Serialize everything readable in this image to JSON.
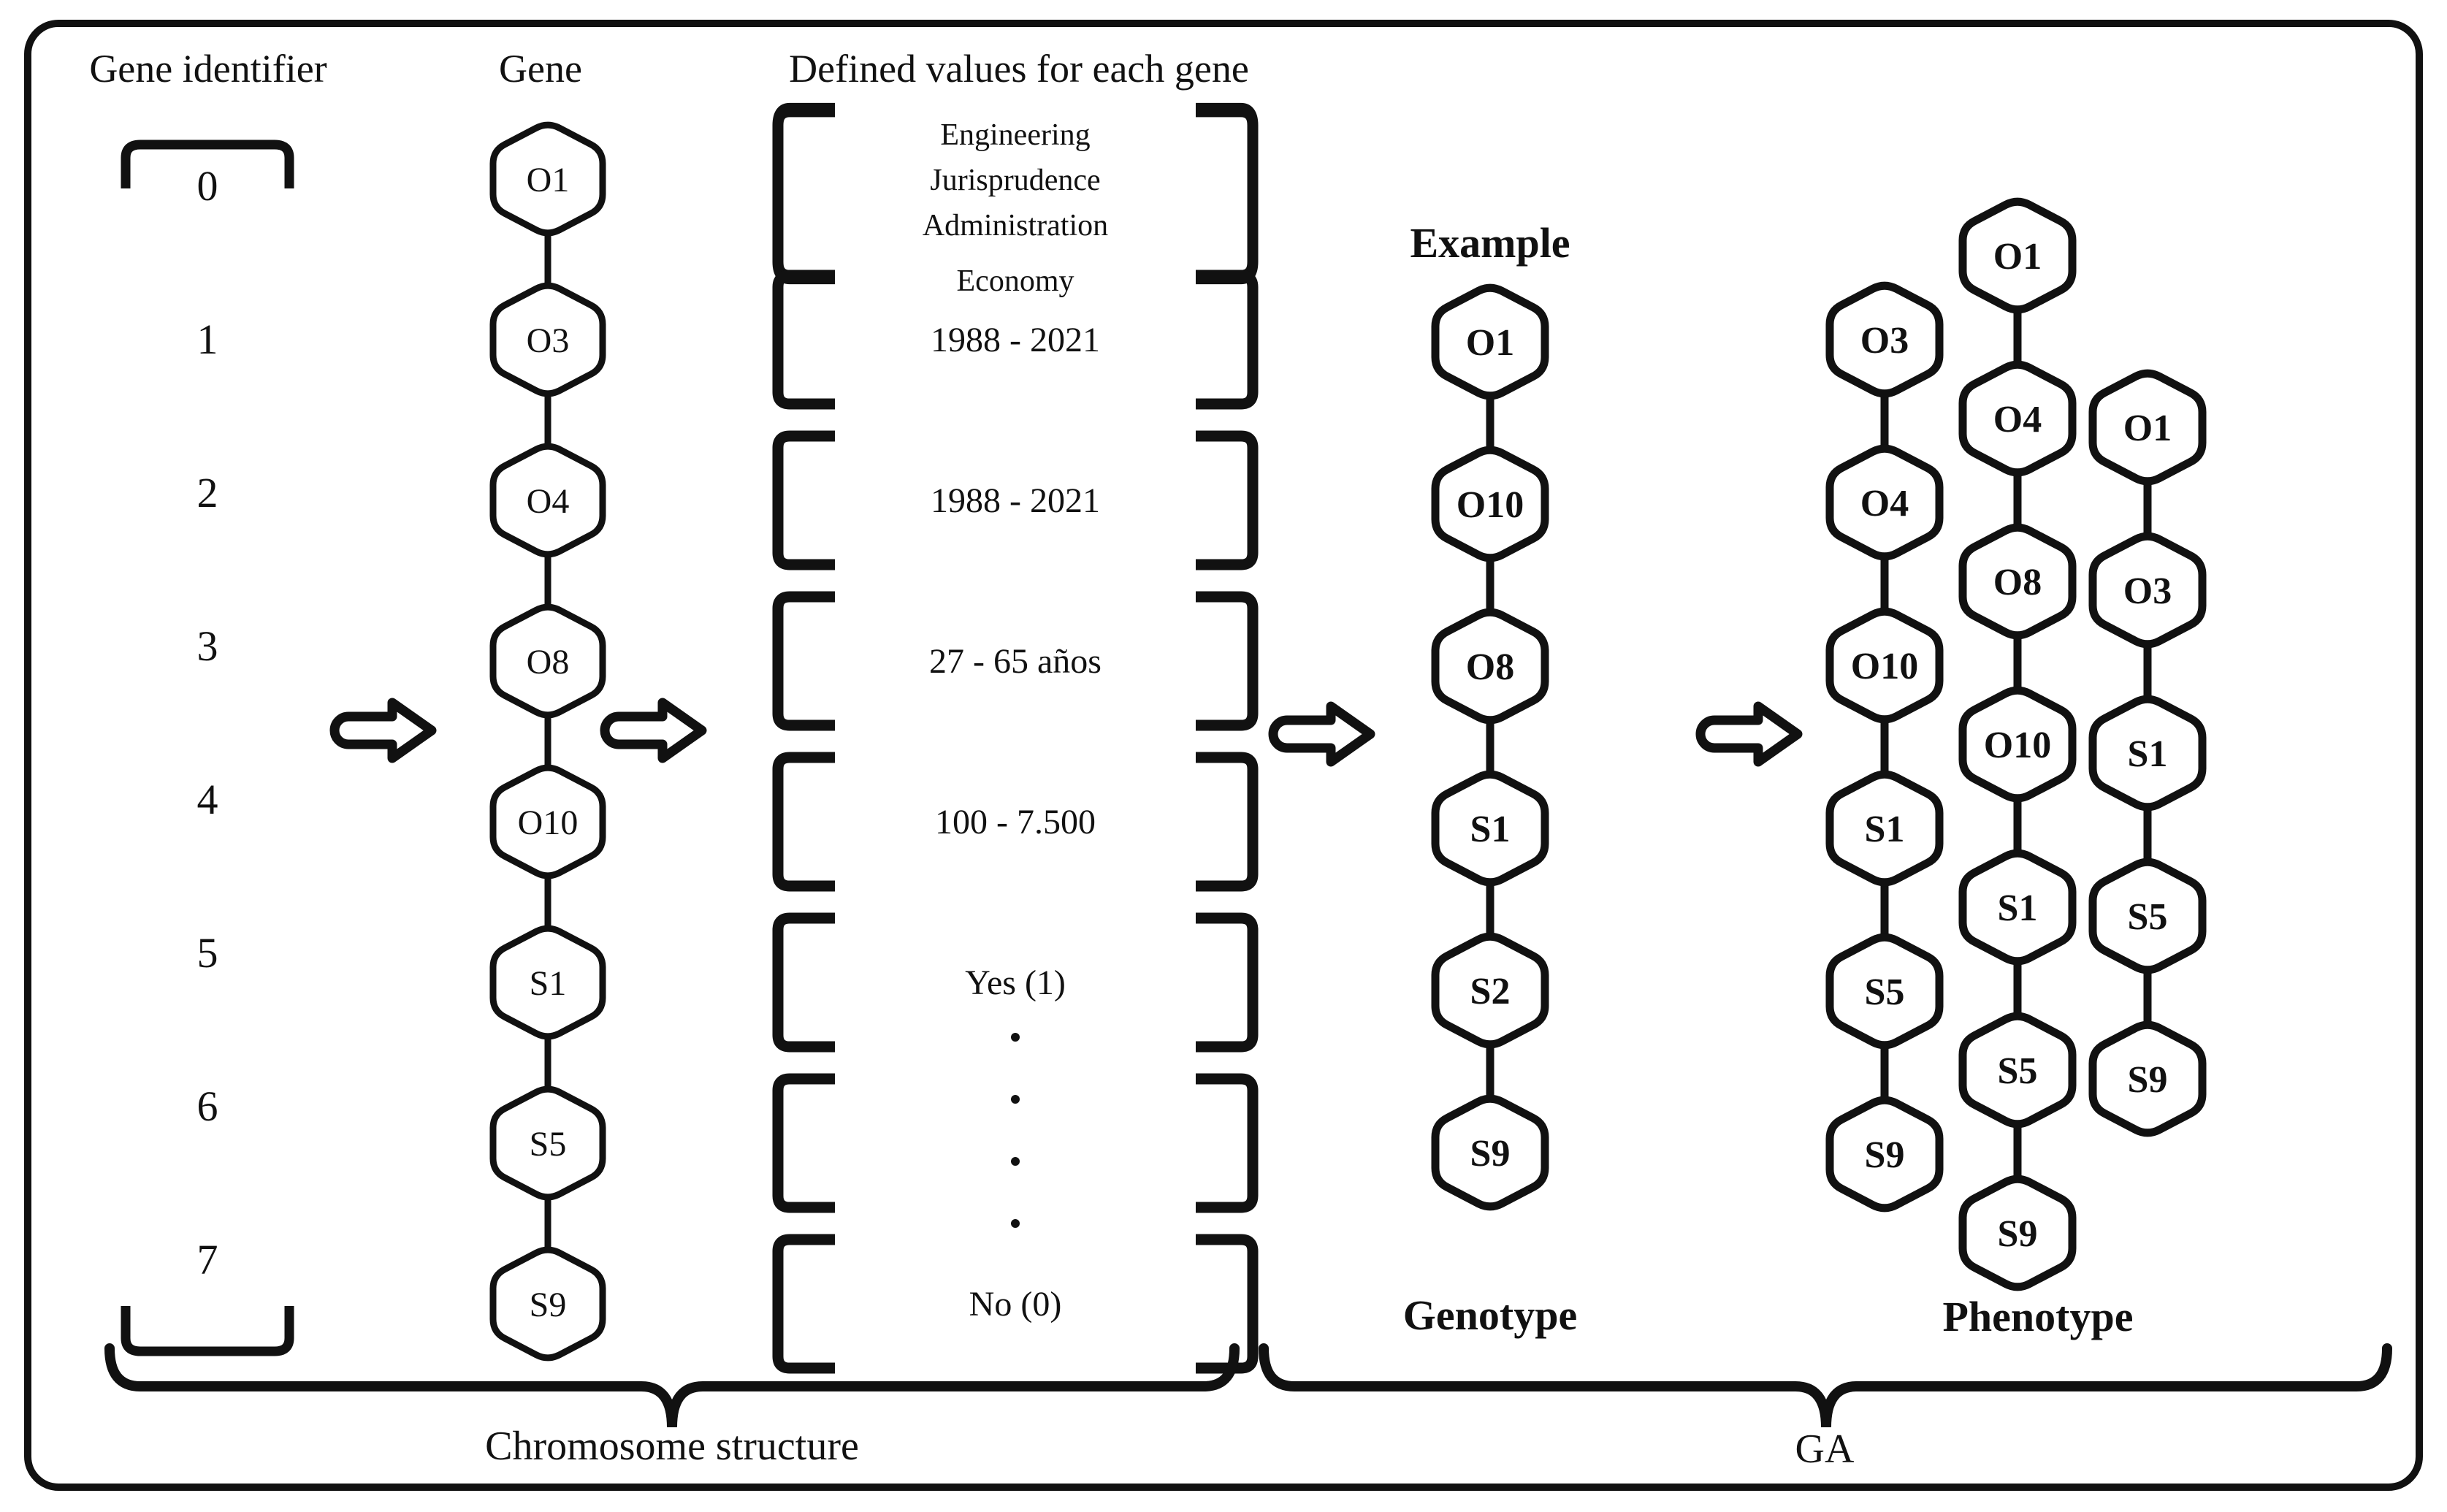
{
  "headers": {
    "gene_identifier": "Gene identifier",
    "gene": "Gene",
    "defined_values": "Defined values for each gene"
  },
  "gene_identifier": {
    "ids": [
      "0",
      "1",
      "2",
      "3",
      "4",
      "5",
      "6",
      "7"
    ]
  },
  "gene_chain": {
    "nodes": [
      "O1",
      "O3",
      "O4",
      "O8",
      "O10",
      "S1",
      "S5",
      "S9"
    ]
  },
  "defined_values": {
    "rows": [
      {
        "lines": [
          "Engineering",
          "Jurisprudence",
          "Administration",
          "Economy"
        ]
      },
      {
        "value": "1988 - 2021"
      },
      {
        "value": "1988 - 2021"
      },
      {
        "value": "27 - 65 años"
      },
      {
        "value": "100 - 7.500"
      },
      {
        "value": "Yes (1)"
      },
      {
        "value": ""
      },
      {
        "value": "No (0)"
      }
    ],
    "ellipsis_dots": 4
  },
  "example": {
    "label": "Example",
    "genotype": {
      "label": "Genotype",
      "nodes": [
        "O1",
        "O10",
        "O8",
        "S1",
        "S2",
        "S9"
      ]
    },
    "phenotype": {
      "label": "Phenotype",
      "chains": [
        [
          "O3",
          "O4",
          "O10",
          "S1",
          "S5",
          "S9"
        ],
        [
          "O1",
          "O4",
          "O8",
          "O10",
          "S1",
          "S5",
          "S9"
        ],
        [
          "O1",
          "O3",
          "S1",
          "S5",
          "S9"
        ]
      ]
    }
  },
  "braces": {
    "left_label": "Chromosome structure",
    "right_label": "GA"
  },
  "colors": {
    "ink": "#111111",
    "background": "#ffffff"
  }
}
